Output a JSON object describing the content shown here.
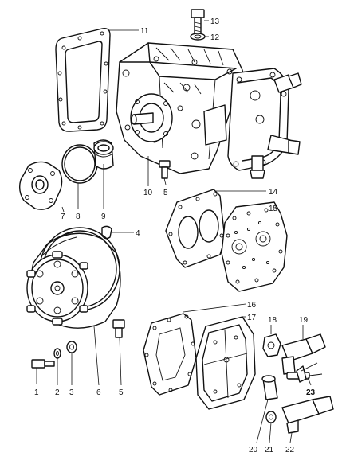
{
  "callouts": {
    "c1": "1",
    "c2": "2",
    "c3": "3",
    "c4": "4",
    "c5a": "5",
    "c5b": "5",
    "c6": "6",
    "c7": "7",
    "c8": "8",
    "c9": "9",
    "c10": "10",
    "c11": "11",
    "c12": "12",
    "c13": "13",
    "c14": "14",
    "c15": "15",
    "c16": "16",
    "c17": "17",
    "c18": "18",
    "c19": "19",
    "c20": "20",
    "c21": "21",
    "c22": "22",
    "c23": "23"
  }
}
